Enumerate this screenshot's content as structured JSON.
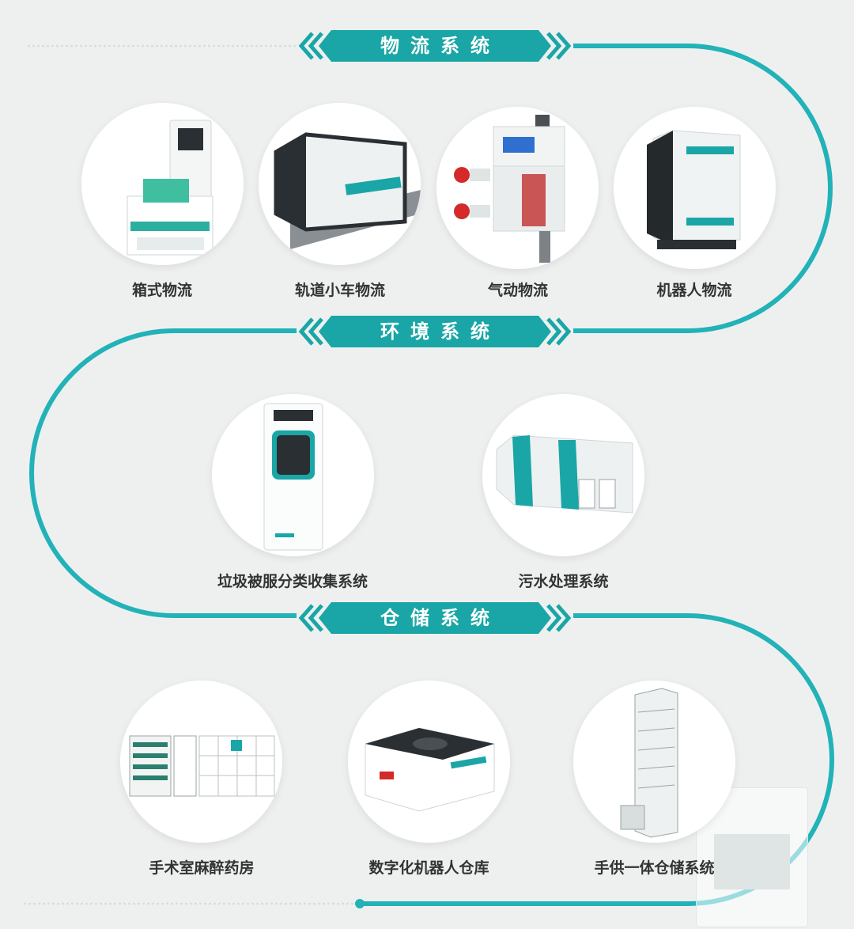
{
  "colors": {
    "accent": "#1aa6a6",
    "track": "#22b2b8",
    "text": "#333333",
    "background": "#eef0f0"
  },
  "sections": [
    {
      "title": "物流系统",
      "items": [
        {
          "label": "箱式物流",
          "icon": "box-logistics-machine-icon"
        },
        {
          "label": "轨道小车物流",
          "icon": "rail-cart-icon"
        },
        {
          "label": "气动物流",
          "icon": "pneumatic-tube-icon"
        },
        {
          "label": "机器人物流",
          "icon": "logistics-robot-icon"
        }
      ]
    },
    {
      "title": "环境系统",
      "items": [
        {
          "label": "垃圾被服分类收集系统",
          "icon": "waste-linen-collector-icon"
        },
        {
          "label": "污水处理系统",
          "icon": "sewage-treatment-icon"
        }
      ]
    },
    {
      "title": "仓储系统",
      "items": [
        {
          "label": "手术室麻醉药房",
          "icon": "anesthesia-pharmacy-cabinet-icon"
        },
        {
          "label": "数字化机器人仓库",
          "icon": "warehouse-robot-icon"
        },
        {
          "label": "手供一体仓储系统",
          "icon": "vertical-storage-tower-icon"
        }
      ]
    }
  ]
}
